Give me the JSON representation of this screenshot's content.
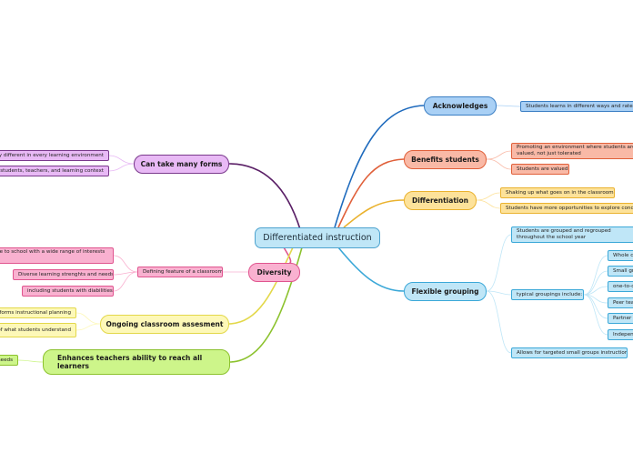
{
  "central": "Differentiated instruction",
  "right": {
    "acknowledges": {
      "label": "Acknowledges",
      "children": [
        "Students learns in different ways and rates"
      ]
    },
    "benefits": {
      "label": "Benefits students",
      "children": [
        "Promoting an environment where students are valued, not just tolerated",
        "Students are valued"
      ]
    },
    "differentiation": {
      "label": "Differentiation",
      "children": [
        "Shaking up what goes on in the classroom",
        "Students have more opportunities to explore concepts"
      ]
    },
    "flexible": {
      "label": "Flexible grouping",
      "grouped": "Students are grouped and regrouped throughout the school year",
      "typical": "typical groupings include:",
      "groupings": [
        "Whole class",
        "Small groups",
        "one-to-one",
        "Peer teaching",
        "Partner learning",
        "Independent work"
      ],
      "targeted": "Allows for targeted small groups instruction"
    }
  },
  "left": {
    "forms": {
      "label": "Can take many forms",
      "children": [
        "Is very different in every learning environment",
        "Based on students, teachers, and learning context"
      ]
    },
    "diversity": {
      "label": "Diversity",
      "defining": "Defining feature of a classroom",
      "children": [
        "Students come to school with a wide range of interests and abilities",
        "Diverse learning strenghts and needs",
        "including students with diabilities"
      ]
    },
    "assessment": {
      "label": "Ongoing classroom assesment",
      "children": [
        "Informs instructional planning",
        "Tracks growth of what students understand"
      ]
    },
    "enhances": {
      "label": "Enhances teachers ability to reach all learners",
      "children": [
        "To meet their needs"
      ]
    }
  },
  "colors": {
    "acknowledges": "#1f6bbd",
    "benefits": "#e0603a",
    "differentiation": "#eab22f",
    "flexible": "#3ba8d8",
    "forms": "#5a1f66",
    "diversity": "#e0558f",
    "assessment": "#e3d84a",
    "enhances": "#8cc22e"
  }
}
